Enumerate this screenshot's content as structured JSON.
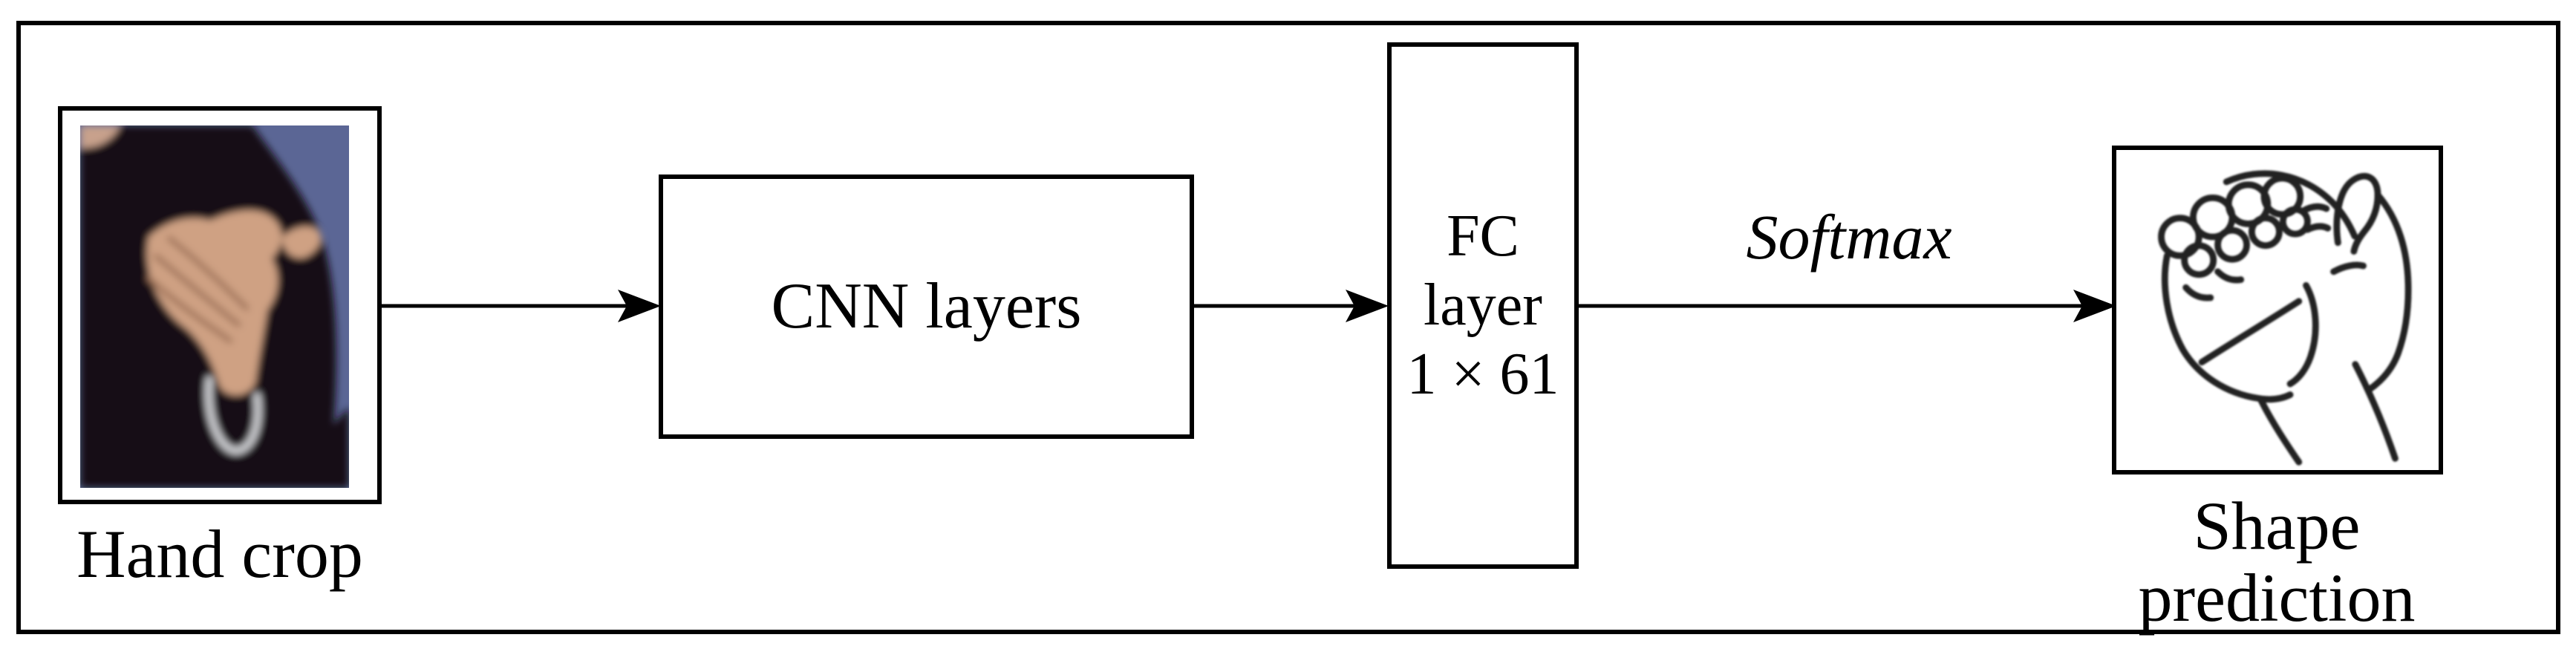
{
  "diagram": {
    "hand_crop": {
      "label": "Hand crop",
      "photo": "hand-palm-down-photo"
    },
    "flow": {
      "cnn_label": "CNN layers",
      "fc_label_line1": "FC",
      "fc_label_line2": "layer",
      "fc_label_line3": "1 × 61",
      "softmax_label": "Softmax"
    },
    "shape_prediction": {
      "label": "Shape prediction",
      "sketch": "closed-fist-line-drawing"
    },
    "colors": {
      "canvas": "#ffffff",
      "line": "#000000",
      "photo_background": "#5b6695",
      "photo_clothing": "#141119",
      "photo_skin": "#cfa183",
      "photo_chin": "#c8a18c",
      "photo_crease": "#9e7258",
      "photo_bracelet": "#d7d8dc",
      "sketch_stroke": "#222222"
    }
  }
}
